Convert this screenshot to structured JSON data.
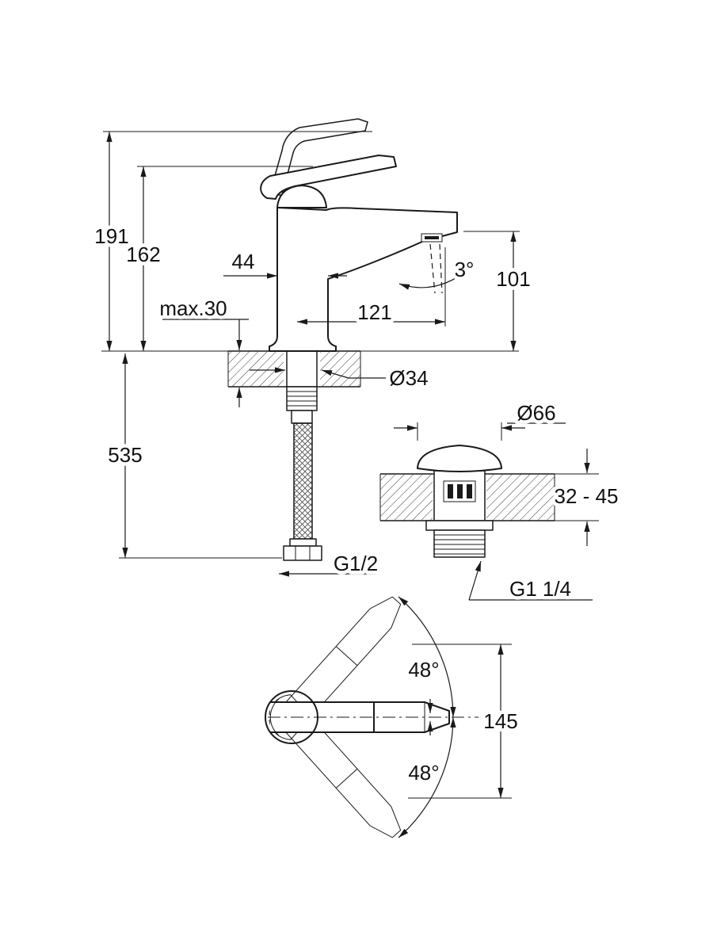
{
  "page": {
    "background": "#ffffff"
  },
  "drawing": {
    "line_color": "#1a1a1a",
    "side_view": {
      "total_height": "191",
      "height_to_lever": "162",
      "body_depth": "44",
      "max_deck_thickness": "max.30",
      "spout_reach": "121",
      "spout_height": "101",
      "spout_angle": "3°",
      "hole_diameter": "Ø34",
      "supply_hose_length": "535",
      "supply_thread": "G1/2"
    },
    "waste_view": {
      "cap_diameter": "Ø66",
      "deck_thickness_range": "32 - 45",
      "waste_thread": "G1 1/4"
    },
    "top_view": {
      "swing_angle_up": "48°",
      "swing_angle_down": "48°",
      "handle_length": "145"
    }
  }
}
